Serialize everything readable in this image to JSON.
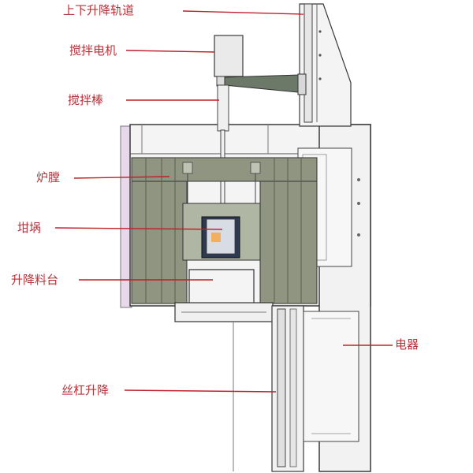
{
  "labels": {
    "lift_rail": "上下升降轨道",
    "stir_motor": "搅拌电机",
    "stir_rod": "搅拌棒",
    "furnace_chamber": "炉膛",
    "crucible": "坩埚",
    "lift_table": "升降料台",
    "electrical": "电器",
    "screw_lift": "丝杠升降"
  },
  "colors": {
    "label_text": "#b8323a",
    "leader_line": "#c0202a",
    "insulation": "#8f9580",
    "crucible_fill": "#2d3a52",
    "molten": "#f0b060",
    "frame_line": "#3a3a3a",
    "side_panel": "#e8d8ec"
  }
}
